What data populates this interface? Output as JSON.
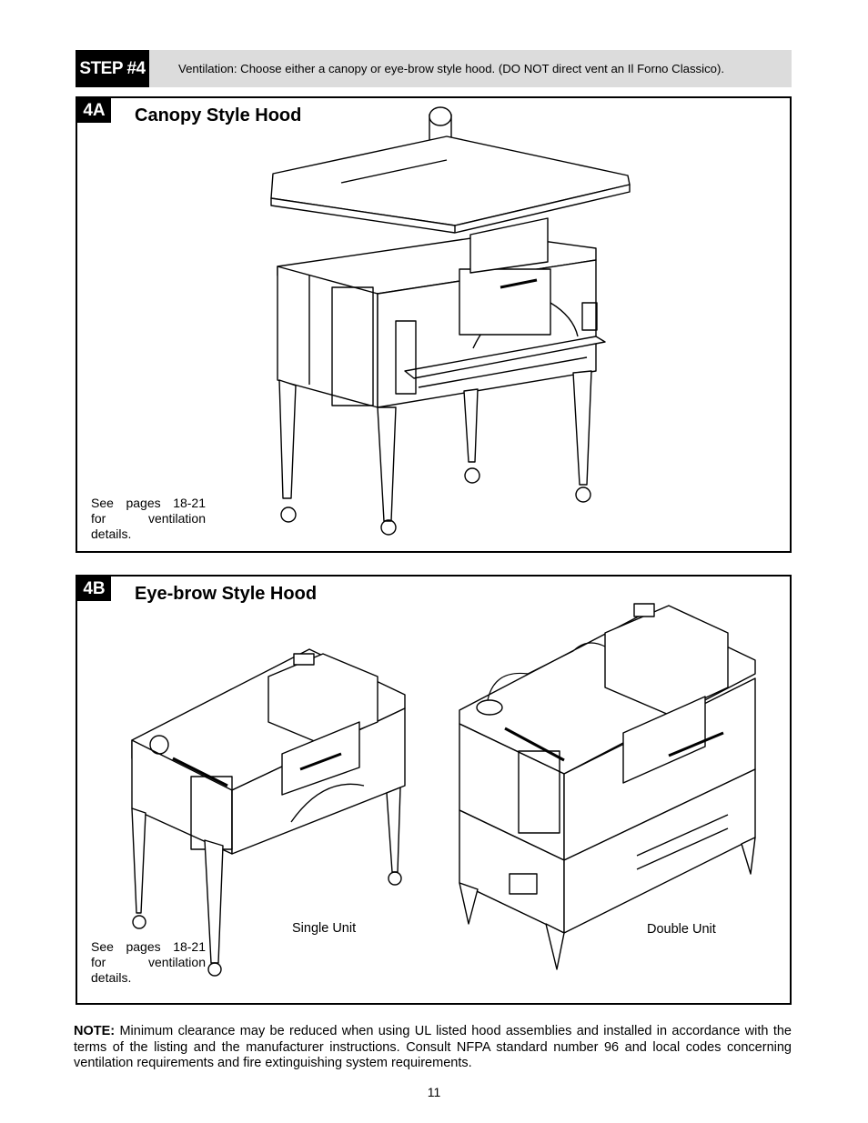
{
  "step": {
    "label": "STEP #4",
    "text": "Ventilation: Choose either a canopy or eye-brow style hood. (DO NOT direct vent an Il Forno Classico)."
  },
  "panel_a": {
    "badge": "4A",
    "title": "Canopy Style Hood",
    "see_pages": [
      "See pages 18-21",
      "for ventilation",
      "details."
    ]
  },
  "panel_b": {
    "badge": "4B",
    "title": "Eye-brow Style Hood",
    "see_pages": [
      "See pages 18-21",
      "for ventilation",
      "details."
    ],
    "single_caption": "Single Unit",
    "double_caption": "Double Unit"
  },
  "note": {
    "label": "NOTE:",
    "text": "Minimum clearance may be reduced when using UL listed hood assemblies and installed in accordance with the terms of the listing and the manufacturer instructions. Consult NFPA standard number 96 and local codes concerning ventilation requirements and fire extinguishing system requirements."
  },
  "page_number": "11"
}
